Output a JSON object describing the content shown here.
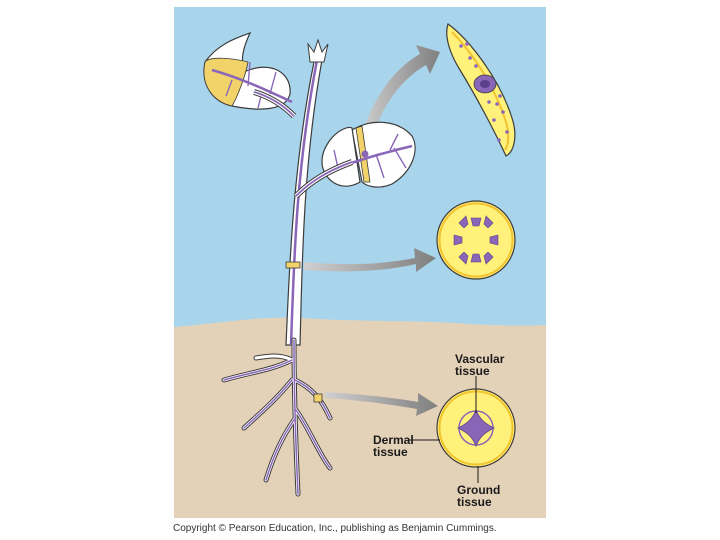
{
  "labels": {
    "vascular": "Vascular\ntissue",
    "dermal": "Dermal\ntissue",
    "ground": "Ground\ntissue"
  },
  "copyright": "Copyright © Pearson Education, Inc., publishing as Benjamin Cummings.",
  "colors": {
    "sky": "#a8d4ec",
    "soil": "#e4d2b8",
    "ground_tissue": "#fff17a",
    "vascular_tissue": "#8a66b8",
    "dermal_tissue": "#f2c230",
    "plant_outline": "#3c3c3c",
    "arrow": "#8f8f8f"
  }
}
